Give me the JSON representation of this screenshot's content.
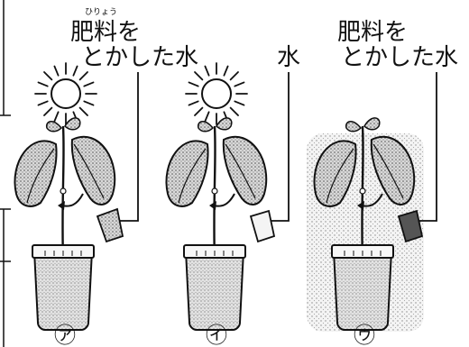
{
  "ruby": "ひりょう",
  "labels": {
    "a_line1": "肥料を",
    "a_line2": "とかした水",
    "b": "水",
    "c_line1": "肥料を",
    "c_line2": "とかした水"
  },
  "markers": [
    "㋐",
    "㋑",
    "㋒"
  ]
}
